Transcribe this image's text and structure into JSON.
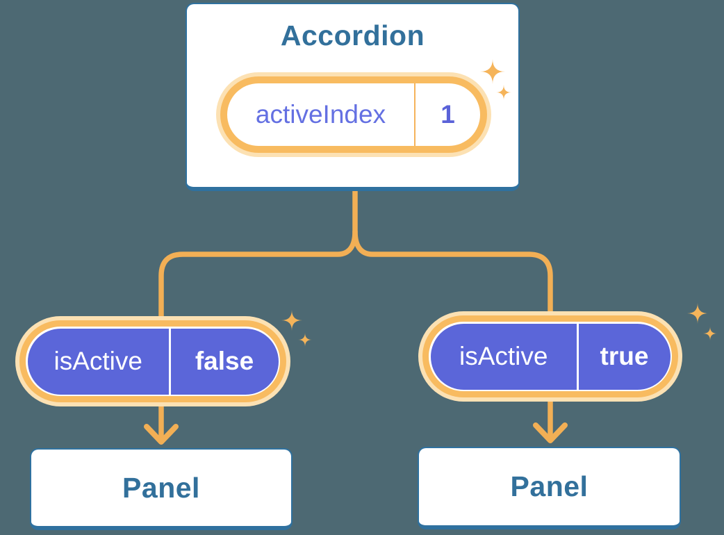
{
  "accordion_card": {
    "title": "Accordion",
    "state_pill": {
      "label": "activeIndex",
      "value": "1"
    }
  },
  "branches": [
    {
      "prop_pill": {
        "label": "isActive",
        "value": "false"
      },
      "panel": {
        "title": "Panel"
      }
    },
    {
      "prop_pill": {
        "label": "isActive",
        "value": "true"
      },
      "panel": {
        "title": "Panel"
      }
    }
  ],
  "icons": {
    "sparkle": "four-point-sparkle",
    "arrow": "arrow-down-chevron"
  },
  "colors": {
    "background": "#4D6973",
    "card_fill": "#FFFFFF",
    "card_border": "#2F719F",
    "heading_text": "#32709B",
    "connector": "#F2AF55",
    "pill_ring": "#F8BB60",
    "pill_glow": "#FCE1B3",
    "state_label_text": "#6470E2",
    "state_value_text": "#5A62D8",
    "prop_pill_fill": "#5B66D9",
    "prop_pill_text": "#FFFFFF",
    "sparkle": "#F5B45A"
  }
}
